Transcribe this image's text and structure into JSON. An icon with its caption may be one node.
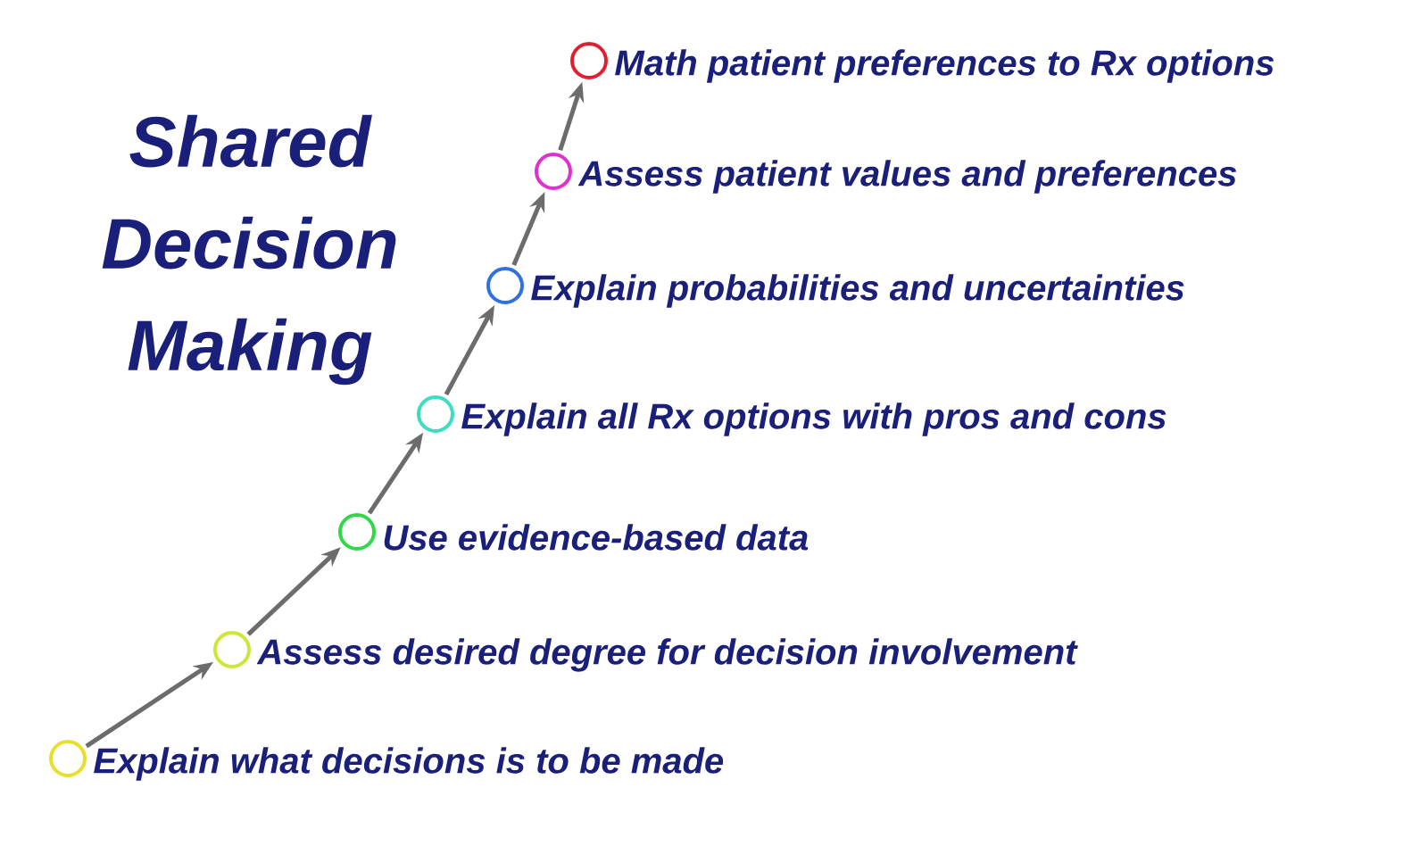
{
  "diagram": {
    "title": "Shared Decision Making",
    "nodes": [
      {
        "text": [],
        "shape": "circle",
        "beside": [
          "Explain what decisions is to be made"
        ]
      },
      {
        "text": [],
        "shape": "circle",
        "beside": [
          "Assess desired degree for decision involvement"
        ]
      },
      {
        "text": [],
        "shape": "circle",
        "beside": [
          "Use evidence-based data"
        ]
      },
      {
        "text": [],
        "shape": "circle",
        "beside": [
          "Explain all Rx options with pros and cons"
        ]
      },
      {
        "text": [],
        "shape": "circle",
        "beside": [
          "Explain probabilities and uncertainties"
        ]
      },
      {
        "text": [],
        "shape": "circle",
        "beside": [
          "Assess patient values and preferences"
        ]
      },
      {
        "text": [],
        "shape": "circle",
        "beside": [
          "Math patient preferences to Rx options"
        ]
      }
    ],
    "edges": [
      {
        "from": 0,
        "to": 1,
        "arrow": "to"
      },
      {
        "from": 1,
        "to": 2,
        "arrow": "to"
      },
      {
        "from": 2,
        "to": 3,
        "arrow": "to"
      },
      {
        "from": 3,
        "to": 4,
        "arrow": "to"
      },
      {
        "from": 4,
        "to": 5,
        "arrow": "to"
      },
      {
        "from": 5,
        "to": 6,
        "arrow": "to"
      }
    ]
  }
}
